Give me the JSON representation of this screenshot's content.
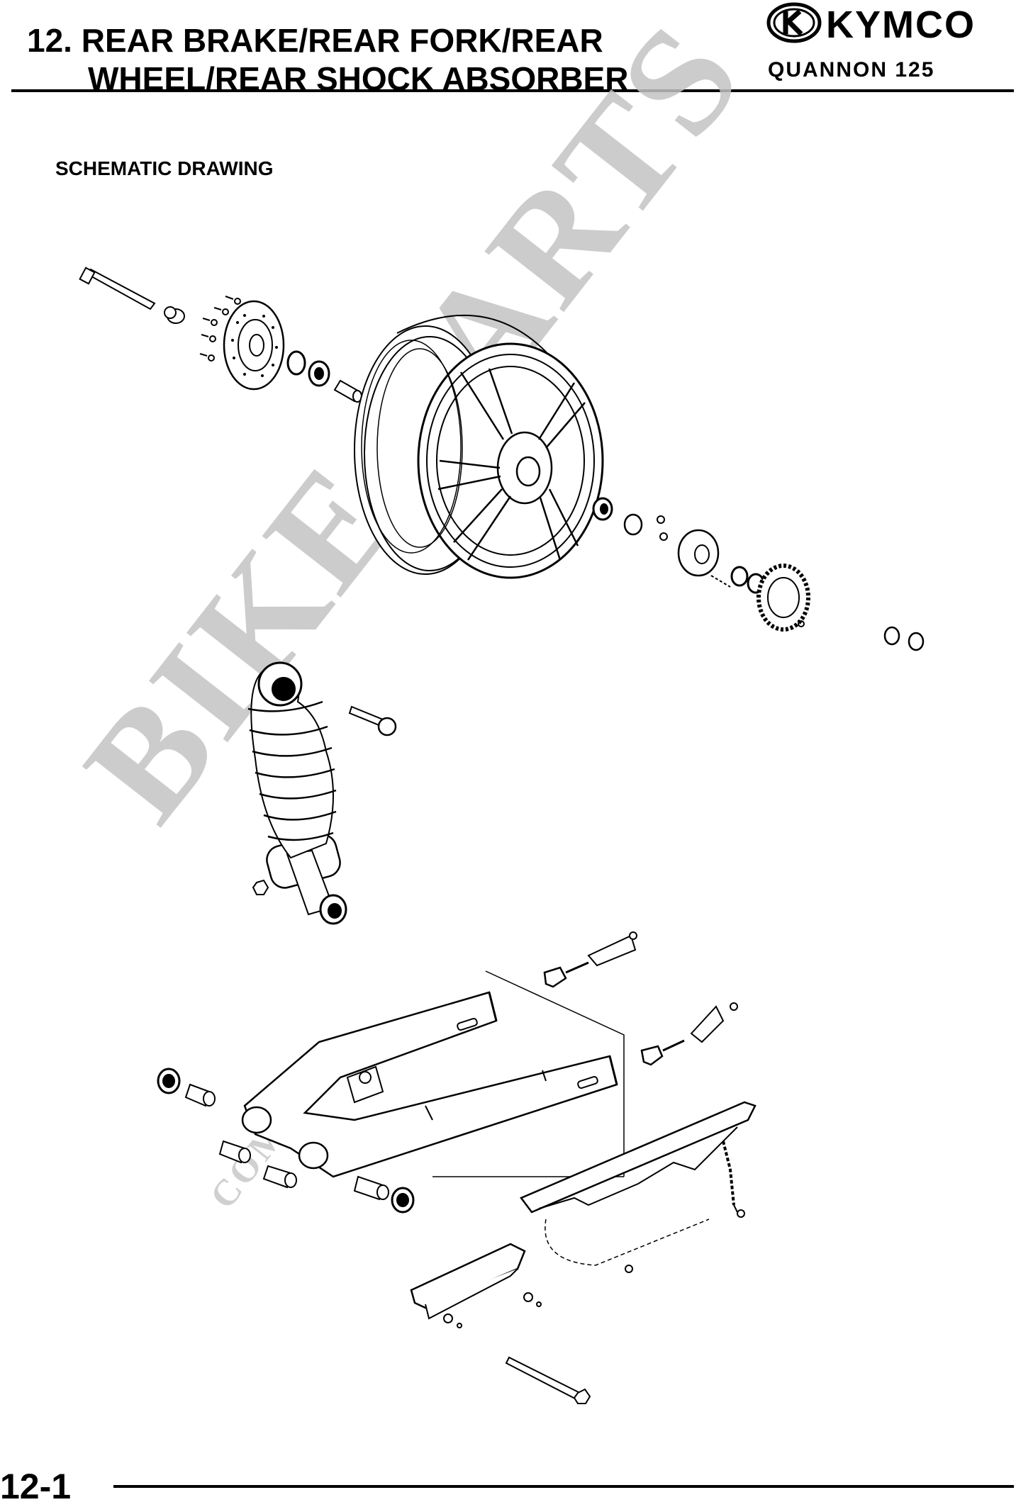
{
  "header": {
    "title_line1": "12. REAR BRAKE/REAR FORK/REAR",
    "title_line2": "WHEEL/REAR SHOCK ABSORBER",
    "brand": "KYMCO",
    "model": "QUANNON 125"
  },
  "section": {
    "heading": "SCHEMATIC DRAWING"
  },
  "watermark": {
    "text": "BIKE-PARTS",
    "subtext": "COM LTD"
  },
  "footer": {
    "page_number": "12-1"
  },
  "drawing": {
    "parts": [
      "axle-bolt",
      "axle-collar",
      "disc-bolts",
      "brake-disc",
      "dust-seal",
      "wheel-bearing-left",
      "distance-collar",
      "rear-wheel",
      "wheel-bearing-right",
      "o-ring",
      "sprocket-hub",
      "hub-bearing",
      "sprocket",
      "axle-nut",
      "shock-absorber",
      "shock-upper-bolt",
      "shock-lower-nut",
      "chain-adjuster-left",
      "chain-adjuster-right",
      "swing-arm",
      "pivot-bushings",
      "chain-case",
      "chain-slider",
      "pivot-bolt"
    ]
  }
}
